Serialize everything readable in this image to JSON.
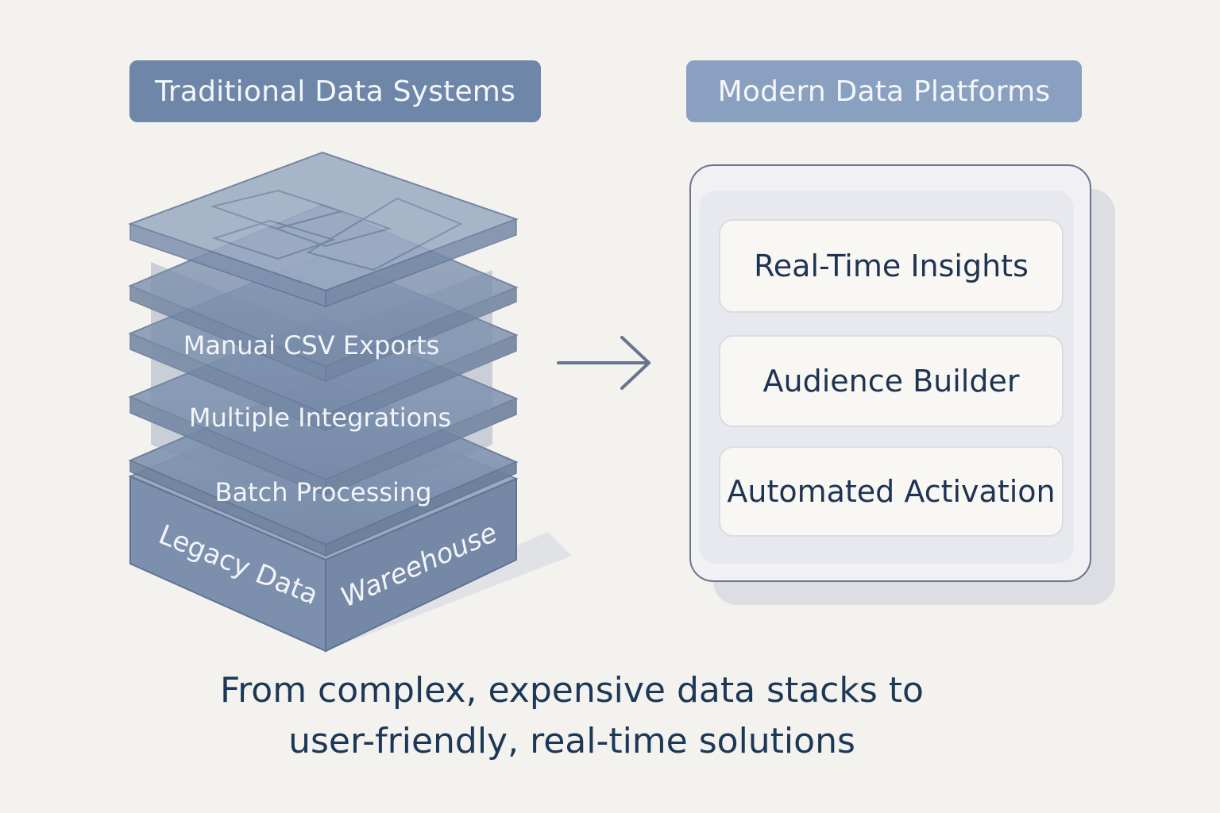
{
  "headers": {
    "left": "Traditional Data Systems",
    "right": "Modern Data Platforms"
  },
  "traditional_stack": {
    "layers": [
      "Manuai CSV Exports",
      "Multiple Integrations",
      "Batch Processing"
    ],
    "base_left": "Legacy Data",
    "base_right": "Wareehouse"
  },
  "modern_platform": {
    "features": [
      "Real-Time Insights",
      "Audience Builder",
      "Automated Activation"
    ]
  },
  "caption": {
    "line1": "From complex, expensive data stacks to",
    "line2": "user-friendly, real-time solutions"
  },
  "colors": {
    "background": "#f4f2ef",
    "header_left": "#6e86a8",
    "header_right": "#8aa0c0",
    "stack_fill": "#7a8eab",
    "text_dark": "#1c3856"
  },
  "icons": {
    "arrow": "arrow-right-icon"
  }
}
